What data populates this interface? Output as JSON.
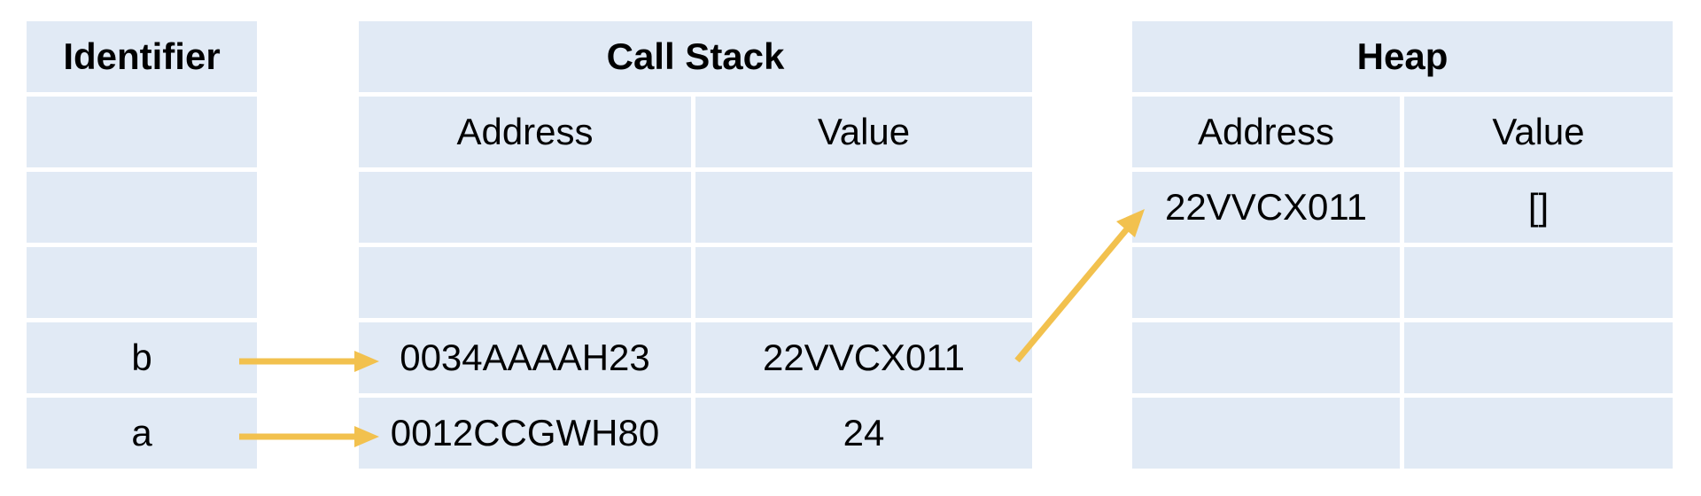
{
  "identifier_table": {
    "title": "Identifier",
    "rows": [
      "",
      "",
      "",
      "b",
      "a"
    ]
  },
  "call_stack": {
    "title": "Call Stack",
    "headers": [
      "Address",
      "Value"
    ],
    "rows": [
      [
        "",
        ""
      ],
      [
        "",
        ""
      ],
      [
        "0034AAAAH23",
        "22VVCX011"
      ],
      [
        "0012CCGWH80",
        "24"
      ]
    ]
  },
  "heap": {
    "title": "Heap",
    "headers": [
      "Address",
      "Value"
    ],
    "rows": [
      [
        "22VVCX011",
        "[]"
      ],
      [
        "",
        ""
      ],
      [
        "",
        ""
      ],
      [
        "",
        ""
      ]
    ]
  },
  "colors": {
    "cell_background": "#e1eaf5",
    "arrow": "#f2c14e"
  }
}
